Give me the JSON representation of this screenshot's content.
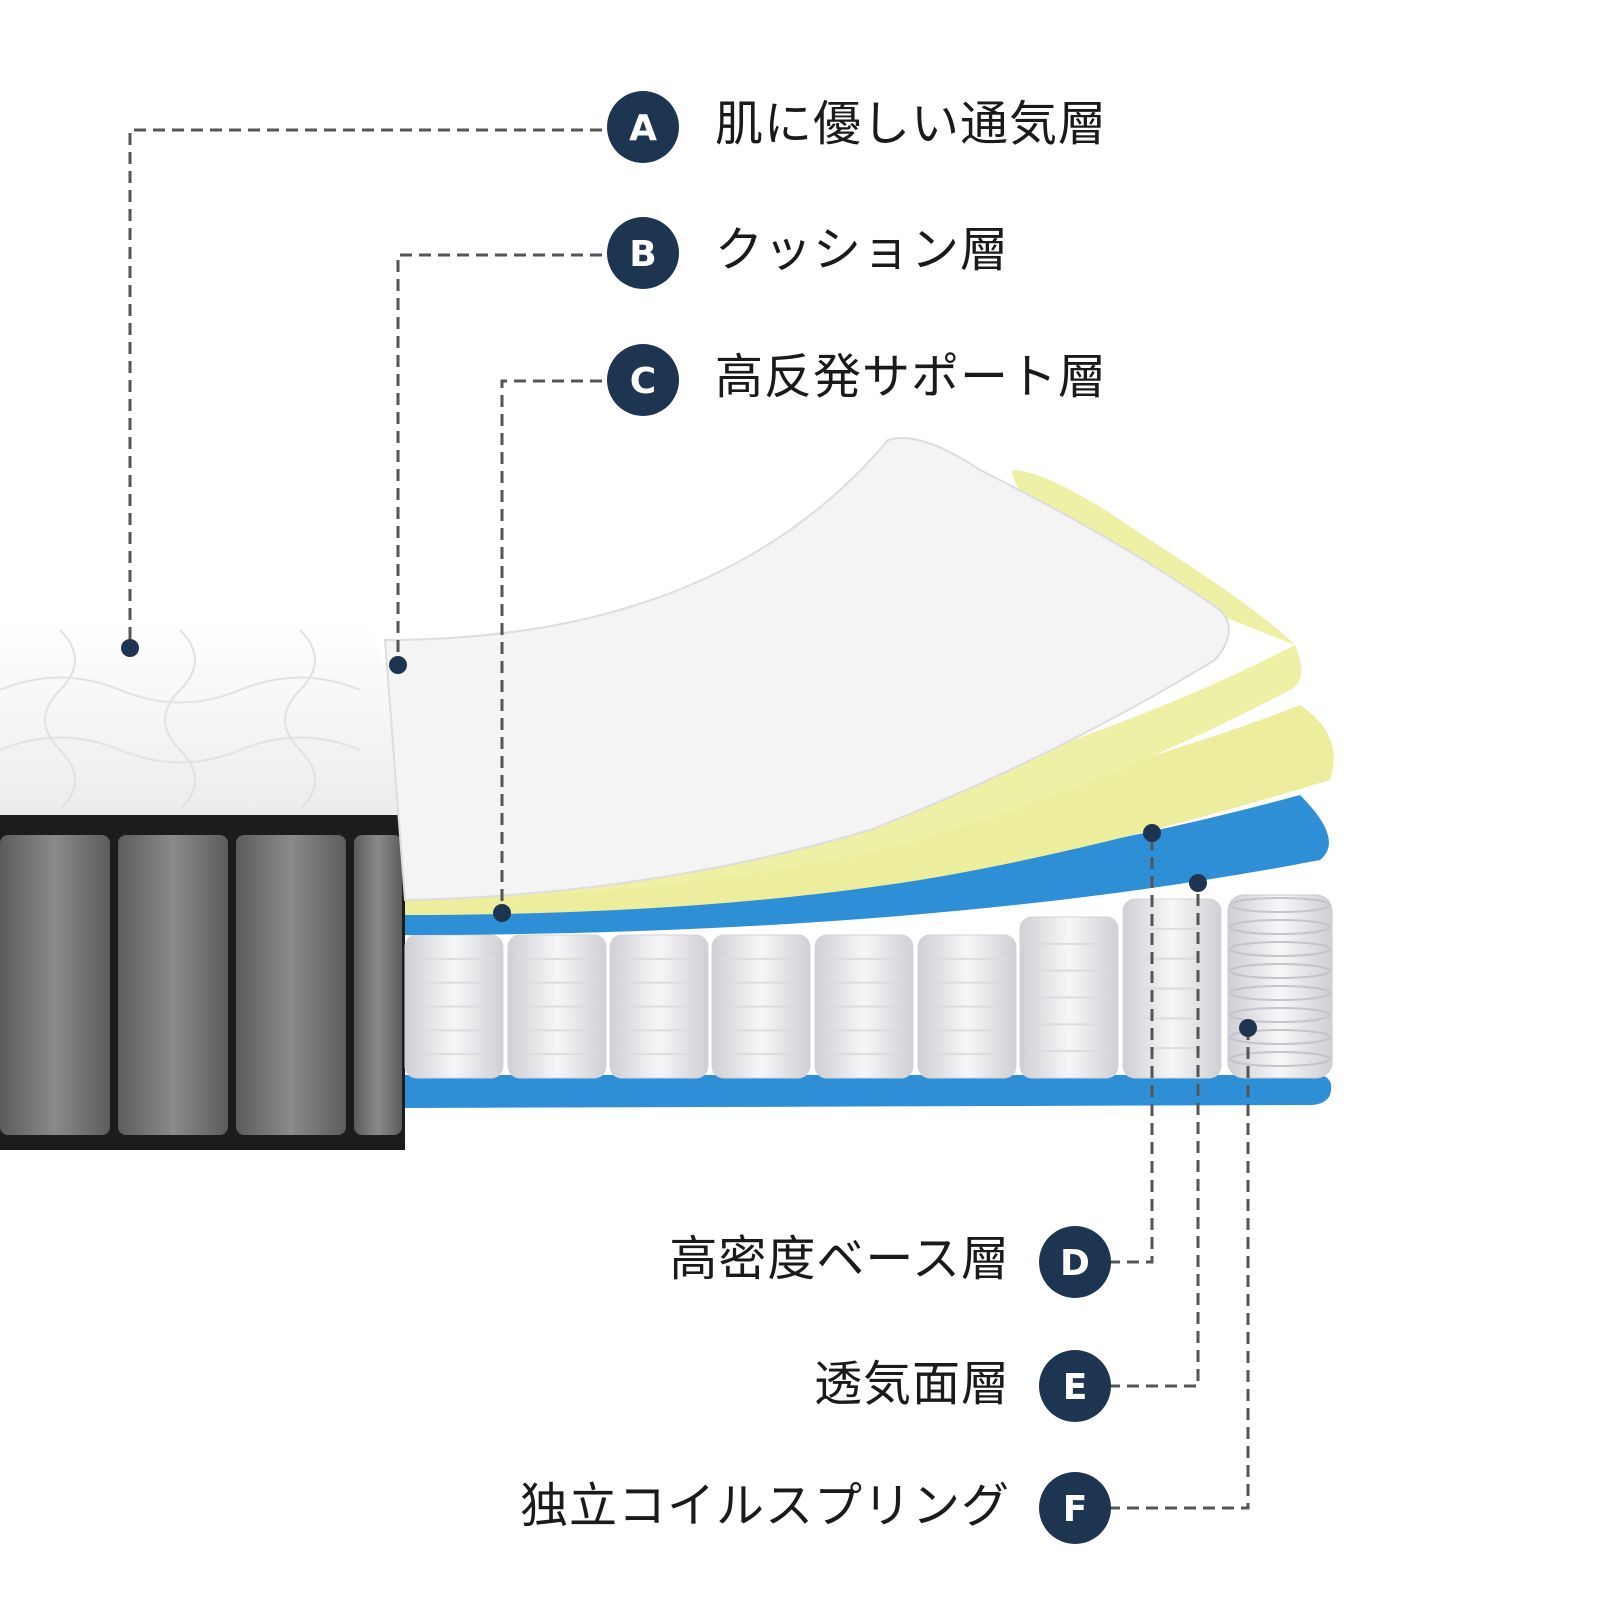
{
  "colors": {
    "badge": "#1e3552",
    "leader": "#555555",
    "yellow_foam": "#eef0a6",
    "blue_foam": "#2f8fd6",
    "white_cover": "#f2f2f2",
    "side_panel": "#6b6b6b",
    "coil": "#e9e9ec"
  },
  "layers": [
    {
      "id": "A",
      "label": "肌に優しい通気層"
    },
    {
      "id": "B",
      "label": "クッション層"
    },
    {
      "id": "C",
      "label": "高反発サポート層"
    },
    {
      "id": "D",
      "label": "高密度ベース層"
    },
    {
      "id": "E",
      "label": "透気面層"
    },
    {
      "id": "F",
      "label": "独立コイルスプリング"
    }
  ]
}
